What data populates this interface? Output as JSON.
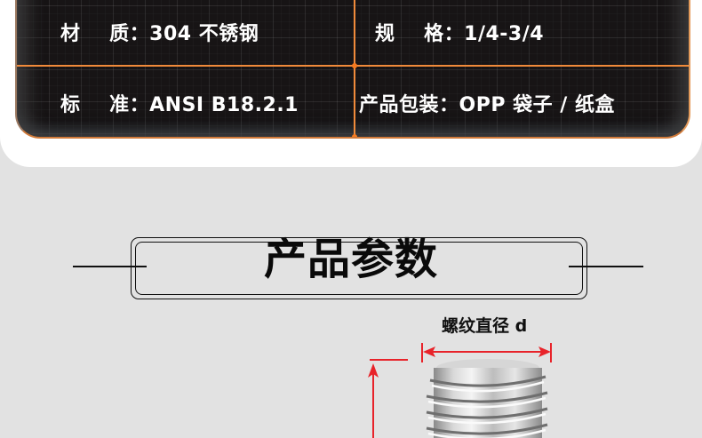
{
  "specs": {
    "material": {
      "label": "材    质：",
      "value": "304 不锈钢"
    },
    "size": {
      "label": "规    格：",
      "value": "1/4-3/4"
    },
    "standard": {
      "label": "标    准：",
      "value": "ANSI B18.2.1"
    },
    "packaging": {
      "label": "产品包装：",
      "value": "OPP 袋子 / 纸盒"
    }
  },
  "section": {
    "title": "产品参数"
  },
  "diagram": {
    "thread_diameter_label": "螺纹直径 d",
    "accent_color": "#e8232a"
  },
  "colors": {
    "card_bg": "#171415",
    "grid_line": "#f08a3a",
    "page_bg": "#e2e2e2"
  }
}
